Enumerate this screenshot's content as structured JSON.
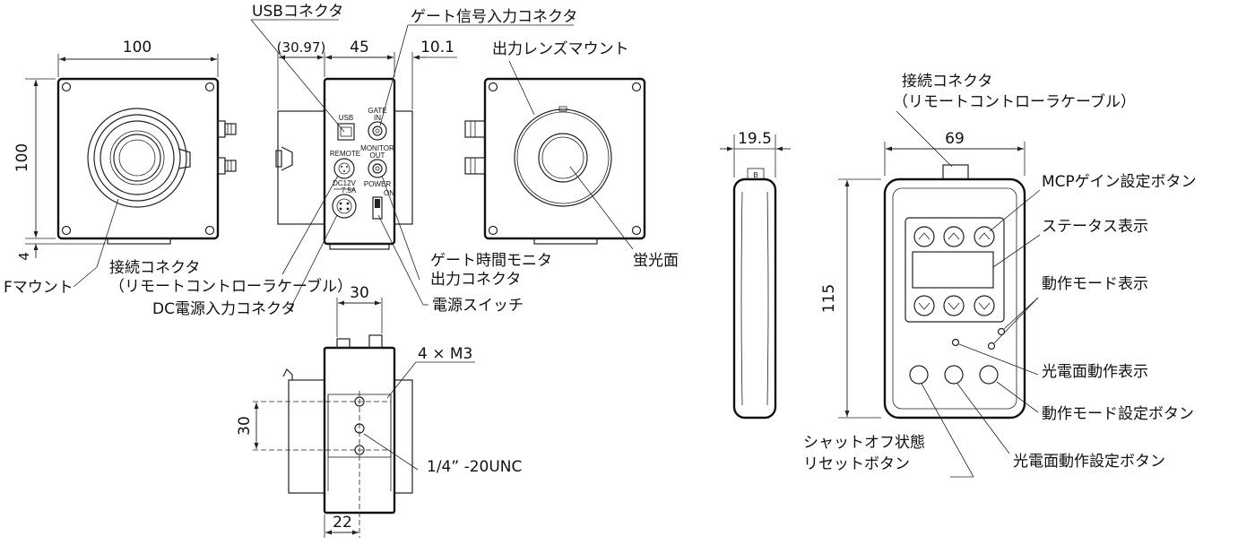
{
  "dimensions": {
    "front_width": "100",
    "front_height": "100",
    "bottom_offset": "4",
    "side_offset": "(30.97)",
    "side_width": "45",
    "side_connector": "10.1",
    "bottom_width": "30",
    "bottom_height": "30",
    "bottom_offset_x": "22",
    "remote_thickness": "19.5",
    "remote_width": "69",
    "remote_height": "115"
  },
  "labels": {
    "usb_connector": "USBコネクタ",
    "gate_input": "ゲート信号入力コネクタ",
    "output_lens_mount": "出力レンズマウント",
    "connector": "接続コネクタ",
    "remote_cable": "（リモートコントローラケーブル）",
    "f_mount": "Fマウント",
    "dc_power": "DC電源入力コネクタ",
    "gate_monitor_line1": "ゲート時間モニタ",
    "gate_monitor_line2": "出力コネクタ",
    "power_switch": "電源スイッチ",
    "phosphor": "蛍光面",
    "screw_holes": "4 × M3",
    "tripod": "1/4” -20UNC",
    "mcp_gain_button": "MCPゲイン設定ボタン",
    "status_display": "ステータス表示",
    "mode_display": "動作モード表示",
    "photocathode_display": "光電面動作表示",
    "mode_button": "動作モード設定ボタン",
    "shutoff_line1": "シャットオフ状態",
    "shutoff_line2": "リセットボタン",
    "photocathode_button": "光電面動作設定ボタン"
  },
  "panel_labels": {
    "usb": "USB",
    "gate_line1": "GATE",
    "gate_line2": "IN",
    "remote": "REMOTE",
    "monitor_line1": "MONITOR",
    "monitor_line2": "OUT",
    "dc_line1": "DC12V",
    "dc_line2": "7.5A",
    "power": "POWER",
    "on": "ON",
    "b": "B"
  }
}
